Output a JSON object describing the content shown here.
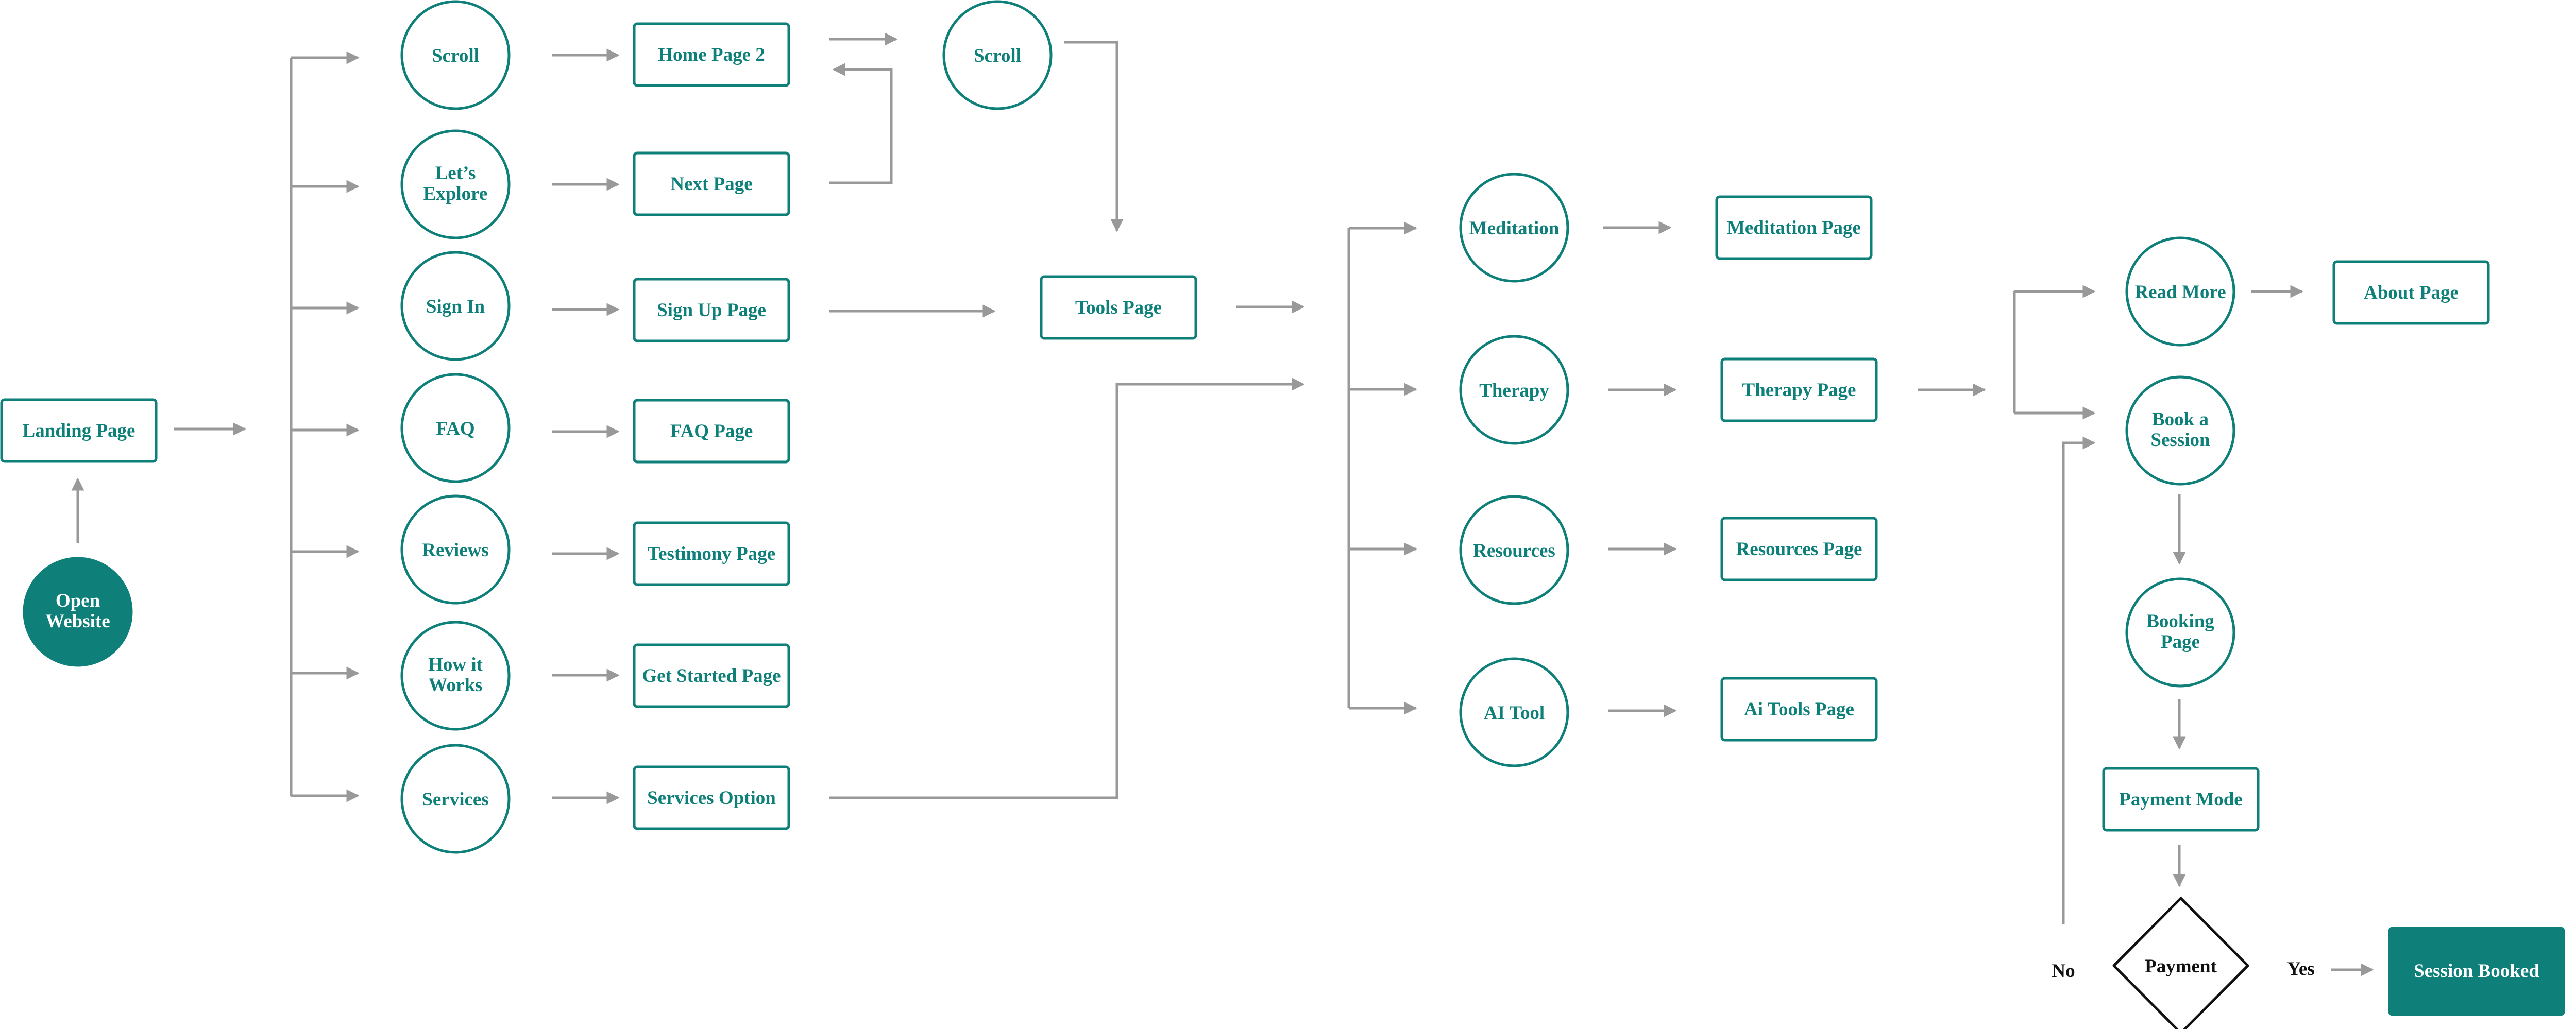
{
  "colors": {
    "accent": "#0f8079",
    "arrow": "#999999",
    "outline": "#111111",
    "background": "#ffffff"
  },
  "nodes": {
    "open_website": "Open Website",
    "landing_page": "Landing Page",
    "scroll_1": "Scroll",
    "lets_explore": "Let’s Explore",
    "sign_in": "Sign In",
    "faq": "FAQ",
    "reviews": "Reviews",
    "how_it_works": "How it Works",
    "services": "Services",
    "home_page_2": "Home Page 2",
    "next_page": "Next Page",
    "sign_up_page": "Sign Up Page",
    "faq_page": "FAQ Page",
    "testimony_page": "Testimony Page",
    "get_started_page": "Get Started Page",
    "services_option": "Services Option",
    "scroll_2": "Scroll",
    "tools_page": "Tools Page",
    "meditation": "Meditation",
    "therapy": "Therapy",
    "resources": "Resources",
    "ai_tool": "AI Tool",
    "meditation_page": "Meditation Page",
    "therapy_page": "Therapy Page",
    "resources_page": "Resources Page",
    "ai_tools_page": "Ai Tools Page",
    "read_more": "Read More",
    "about_page": "About Page",
    "book_a_session": "Book a Session",
    "booking_page": "Booking Page",
    "payment_mode": "Payment Mode",
    "payment": "Payment",
    "session_booked": "Session Booked"
  },
  "edge_labels": {
    "no": "No",
    "yes": "Yes"
  }
}
